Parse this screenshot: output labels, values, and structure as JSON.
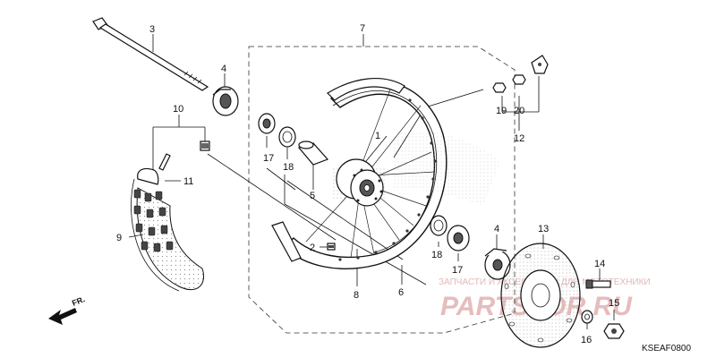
{
  "diagram": {
    "callouts": {
      "c1": "1",
      "c2": "2",
      "c3": "3",
      "c4a": "4",
      "c4b": "4",
      "c5": "5",
      "c6": "6",
      "c7": "7",
      "c8": "8",
      "c9": "9",
      "c10": "10",
      "c11": "11",
      "c12": "12",
      "c13": "13",
      "c14": "14",
      "c15": "15",
      "c16": "16",
      "c17a": "17",
      "c17b": "17",
      "c18a": "18",
      "c18b": "18",
      "c19": "19",
      "c20": "20"
    },
    "direction_label": "FR.",
    "diagram_code": "KSEAF0800"
  },
  "watermark": {
    "tagline": "ЗАПЧАСТИ И АКСЕССУАРЫ ДЛЯ МОТОТЕХНИКИ",
    "brand": "PARTSFOR.RU"
  },
  "colors": {
    "line": "#111111",
    "watermark": "#e2b9b9",
    "background": "#ffffff"
  }
}
